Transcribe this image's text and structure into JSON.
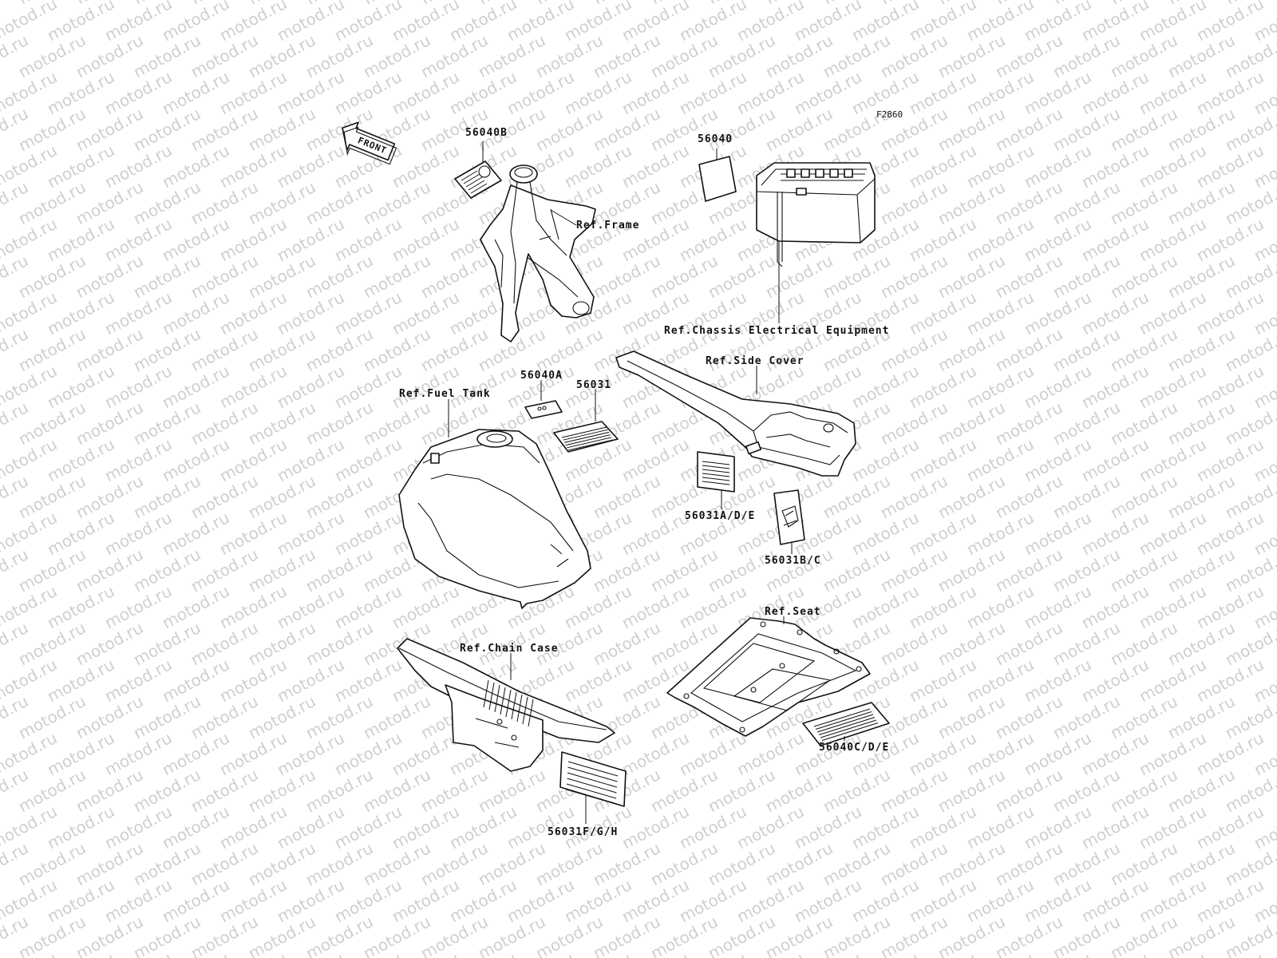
{
  "diagram_code": "F2860",
  "front_label": "FRONT",
  "watermark_text": "motod.ru",
  "refs": {
    "frame": "Ref.Frame",
    "chassis_electrical": "Ref.Chassis Electrical Equipment",
    "side_cover": "Ref.Side Cover",
    "fuel_tank": "Ref.Fuel Tank",
    "chain_case": "Ref.Chain Case",
    "seat": "Ref.Seat"
  },
  "parts": {
    "p56040B": "56040B",
    "p56040": "56040",
    "p56040A": "56040A",
    "p56031": "56031",
    "p56031ADE": "56031A/D/E",
    "p56031BC": "56031B/C",
    "p56031FGH": "56031F/G/H",
    "p56040CDE": "56040C/D/E"
  }
}
